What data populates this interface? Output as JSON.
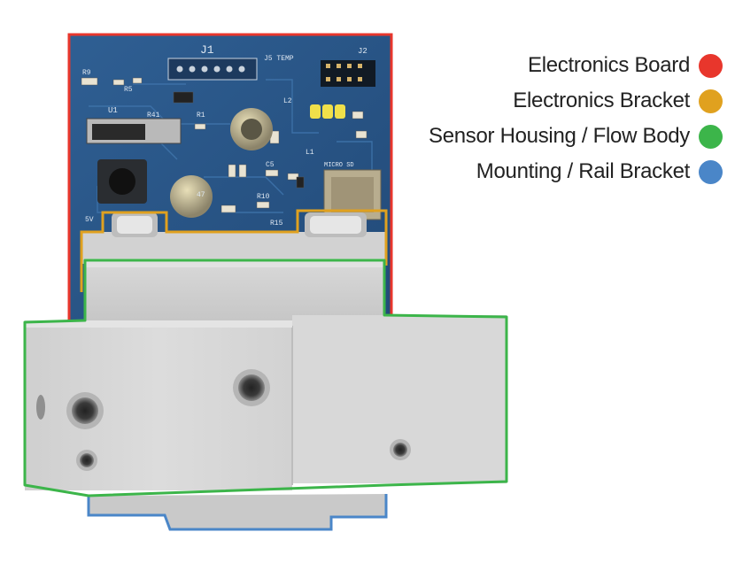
{
  "legend": [
    {
      "label": "Electronics Board",
      "color": "#e8362c"
    },
    {
      "label": "Electronics Bracket",
      "color": "#e0a11f"
    },
    {
      "label": "Sensor Housing / Flow Body",
      "color": "#3cb54a"
    },
    {
      "label": "Mounting / Rail Bracket",
      "color": "#4a86c8"
    }
  ],
  "board_markings": {
    "j1": "J1",
    "j2": "J2",
    "j5_temp": "J5 TEMP",
    "r9": "R9",
    "r5": "R5",
    "u1": "U1",
    "r41": "R41",
    "r1": "R1",
    "c5": "C5",
    "r10": "R10",
    "r15": "R15",
    "l2": "L2",
    "l1": "L1",
    "sd_card": "MICRO SD",
    "sv": "5V",
    "cap_mark": "47"
  }
}
